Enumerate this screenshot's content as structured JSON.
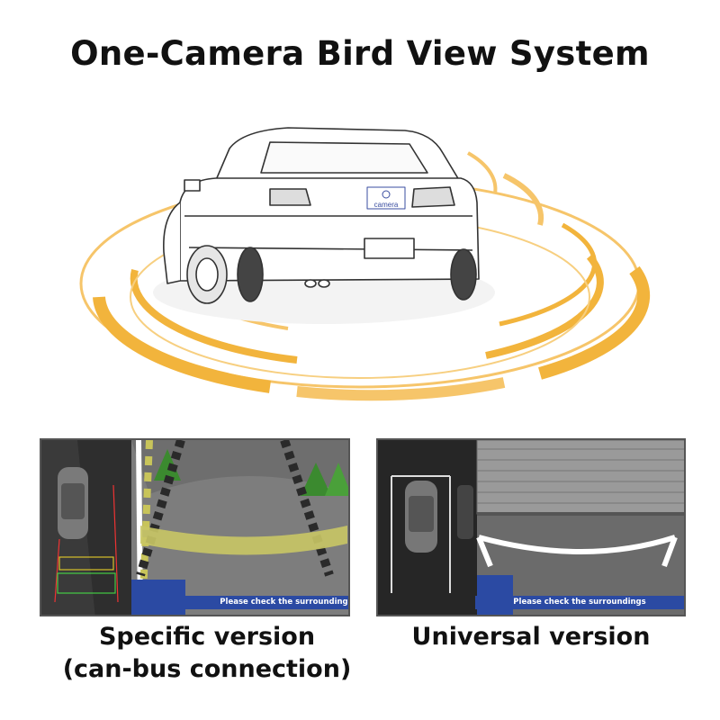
{
  "title": "One-Camera Bird View System",
  "hero": {
    "camera_label": "camera"
  },
  "panels": [
    {
      "warning": "Please check the surroundings",
      "caption_line1": "Specific version",
      "caption_line2": "(can-bus connection)"
    },
    {
      "warning": "Please check the surroundings",
      "caption_line1": "Universal version"
    }
  ],
  "colors": {
    "arc": "#f2b43c",
    "arc_dark": "#e8a21c",
    "warning_bar": "#2b4aa3",
    "road_stripe": "#e7e08a"
  }
}
